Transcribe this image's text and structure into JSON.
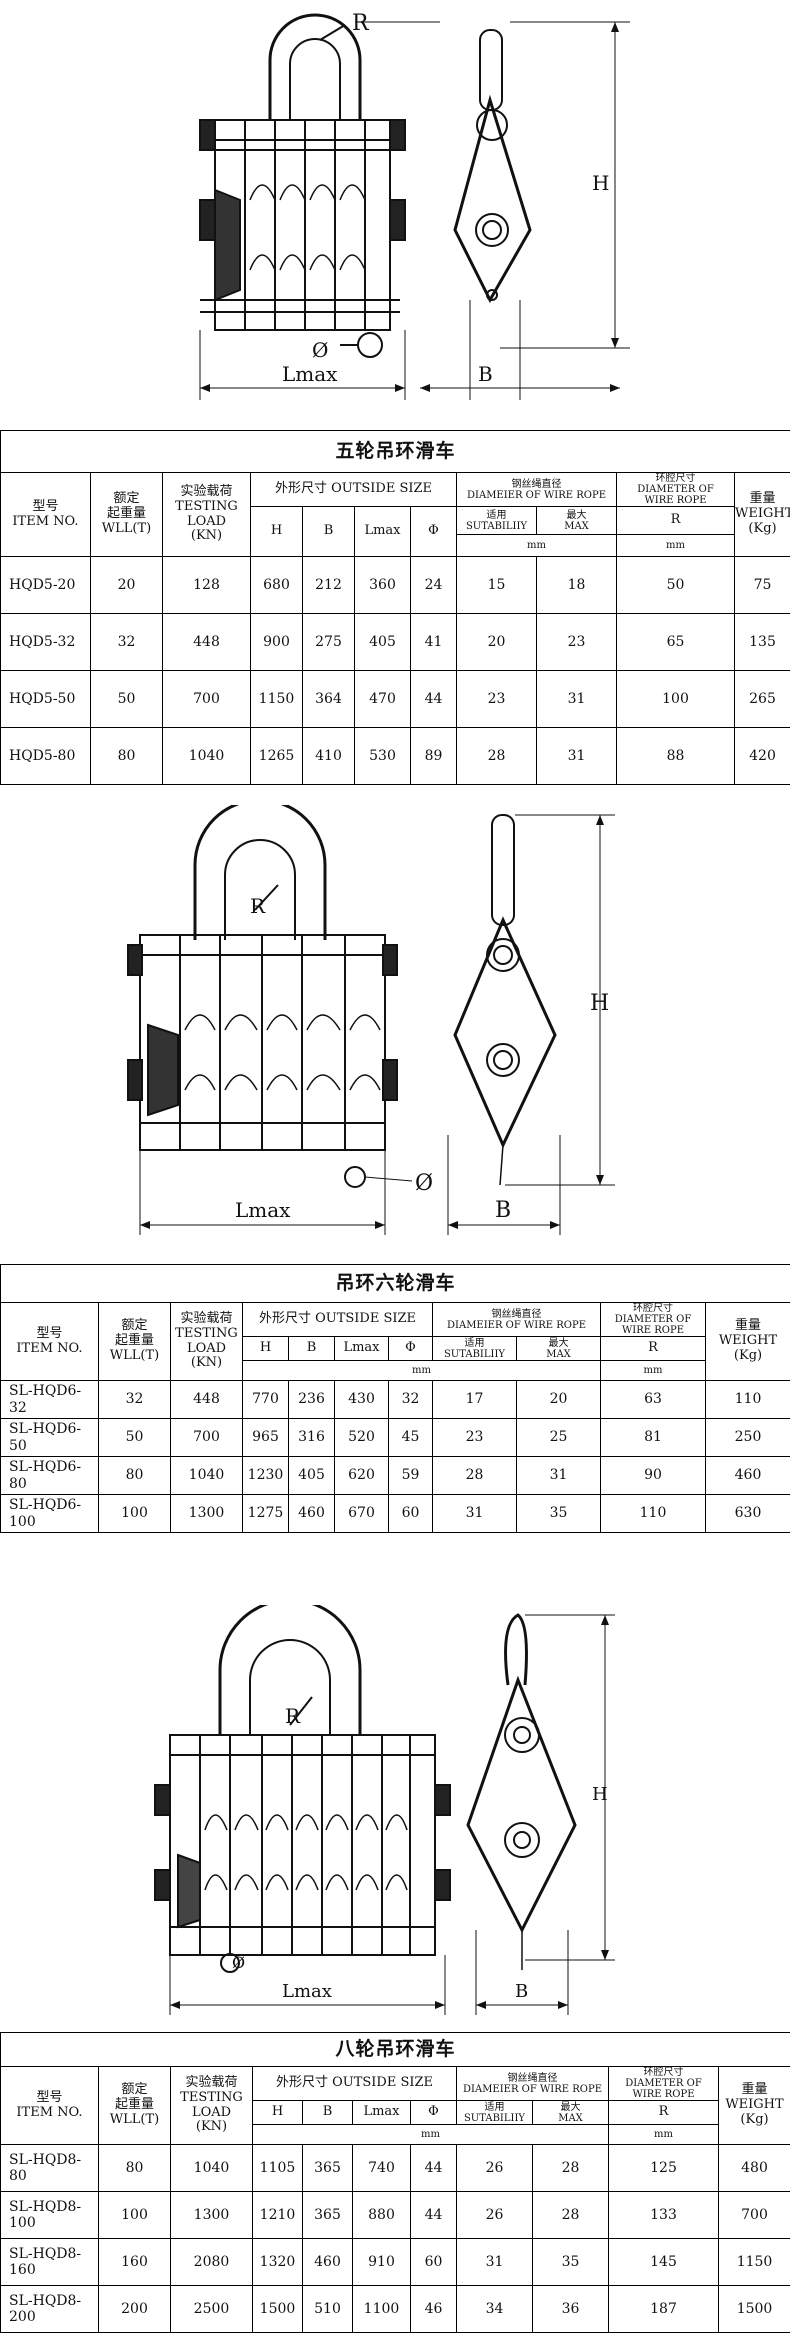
{
  "drawings": [
    {
      "lmax": "Lmax",
      "b": "B",
      "h": "H",
      "r": "R",
      "phi": "Ø"
    },
    {
      "lmax": "Lmax",
      "b": "B",
      "h": "H",
      "r": "R",
      "phi": "Ø"
    },
    {
      "lmax": "Lmax",
      "b": "B",
      "h": "H",
      "r": "R",
      "phi": "Ø"
    }
  ],
  "headers": {
    "model_cn": "型号",
    "model_en": "ITEM NO.",
    "wll_cn": "额定",
    "wll_cn2": "起重量",
    "wll_en": "WLL(T)",
    "test_cn": "实验载荷",
    "test_en1": "TESTING",
    "test_en2": "LOAD",
    "test_unit": "(KN)",
    "size": "外形尺寸 OUTSIDE SIZE",
    "h": "H",
    "b": "B",
    "lmax": "Lmax",
    "phi": "Φ",
    "rope_cn": "钢丝绳直径",
    "rope_en": "DIAMEIER OF WIRE ROPE",
    "suit_cn": "适用",
    "suit_en": "SUTABILIIY",
    "max_cn": "最大",
    "max_en": "MAX",
    "cav_cn": "环腔尺寸",
    "cav_en1": "DIAMETER OF",
    "cav_en2": "WIRE ROPE",
    "r": "R",
    "weight_cn": "重量",
    "weight_en": "WEIGHT",
    "weight_unit": "(Kg)",
    "mm": "mm"
  },
  "tables": [
    {
      "title": "五轮吊环滑车",
      "rows": [
        [
          "HQD5-20",
          "20",
          "128",
          "680",
          "212",
          "360",
          "24",
          "15",
          "18",
          "50",
          "75"
        ],
        [
          "HQD5-32",
          "32",
          "448",
          "900",
          "275",
          "405",
          "41",
          "20",
          "23",
          "65",
          "135"
        ],
        [
          "HQD5-50",
          "50",
          "700",
          "1150",
          "364",
          "470",
          "44",
          "23",
          "31",
          "100",
          "265"
        ],
        [
          "HQD5-80",
          "80",
          "1040",
          "1265",
          "410",
          "530",
          "89",
          "28",
          "31",
          "88",
          "420"
        ]
      ]
    },
    {
      "title": "吊环六轮滑车",
      "rows": [
        [
          "SL-HQD6-32",
          "32",
          "448",
          "770",
          "236",
          "430",
          "32",
          "17",
          "20",
          "63",
          "110"
        ],
        [
          "SL-HQD6-50",
          "50",
          "700",
          "965",
          "316",
          "520",
          "45",
          "23",
          "25",
          "81",
          "250"
        ],
        [
          "SL-HQD6-80",
          "80",
          "1040",
          "1230",
          "405",
          "620",
          "59",
          "28",
          "31",
          "90",
          "460"
        ],
        [
          "SL-HQD6-100",
          "100",
          "1300",
          "1275",
          "460",
          "670",
          "60",
          "31",
          "35",
          "110",
          "630"
        ]
      ]
    },
    {
      "title": "八轮吊环滑车",
      "rows": [
        [
          "SL-HQD8-80",
          "80",
          "1040",
          "1105",
          "365",
          "740",
          "44",
          "26",
          "28",
          "125",
          "480"
        ],
        [
          "SL-HQD8-100",
          "100",
          "1300",
          "1210",
          "365",
          "880",
          "44",
          "26",
          "28",
          "133",
          "700"
        ],
        [
          "SL-HQD8-160",
          "160",
          "2080",
          "1320",
          "460",
          "910",
          "60",
          "31",
          "35",
          "145",
          "1150"
        ],
        [
          "SL-HQD8-200",
          "200",
          "2500",
          "1500",
          "510",
          "1100",
          "46",
          "34",
          "36",
          "187",
          "1500"
        ]
      ]
    }
  ]
}
